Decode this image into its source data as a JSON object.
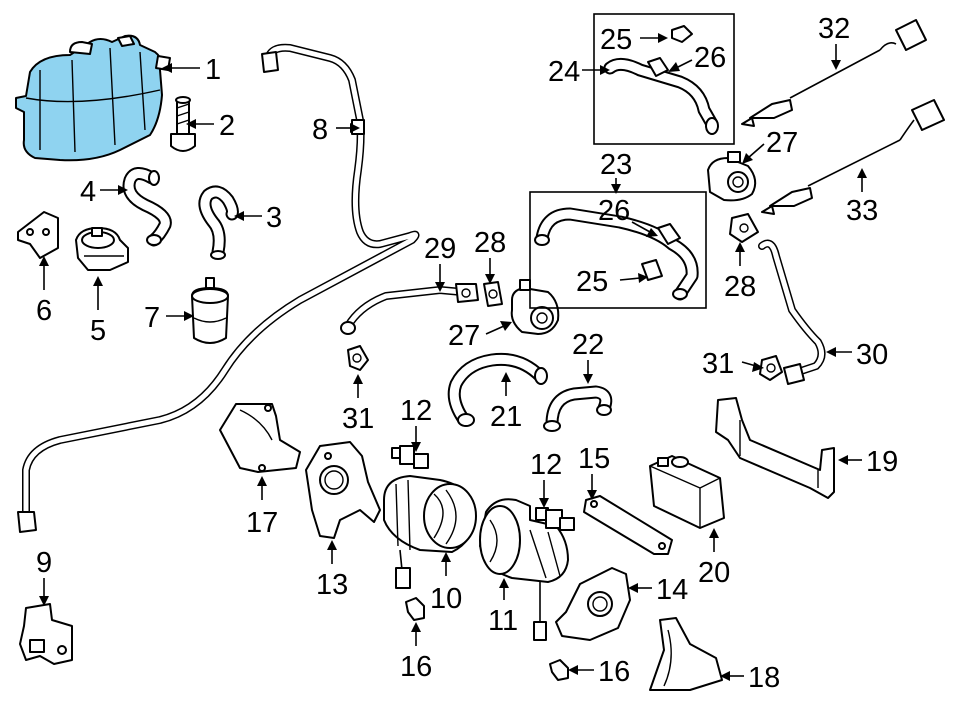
{
  "highlight_color": "#8fd3f0",
  "callouts": [
    "1",
    "2",
    "4",
    "3",
    "6",
    "5",
    "7",
    "8",
    "9",
    "17",
    "13",
    "10",
    "12",
    "16",
    "11",
    "12",
    "15",
    "16",
    "14",
    "20",
    "19",
    "18",
    "21",
    "22",
    "29",
    "28",
    "27",
    "31",
    "24",
    "25",
    "26",
    "23",
    "26",
    "25",
    "27",
    "28",
    "30",
    "31",
    "32",
    "33"
  ]
}
